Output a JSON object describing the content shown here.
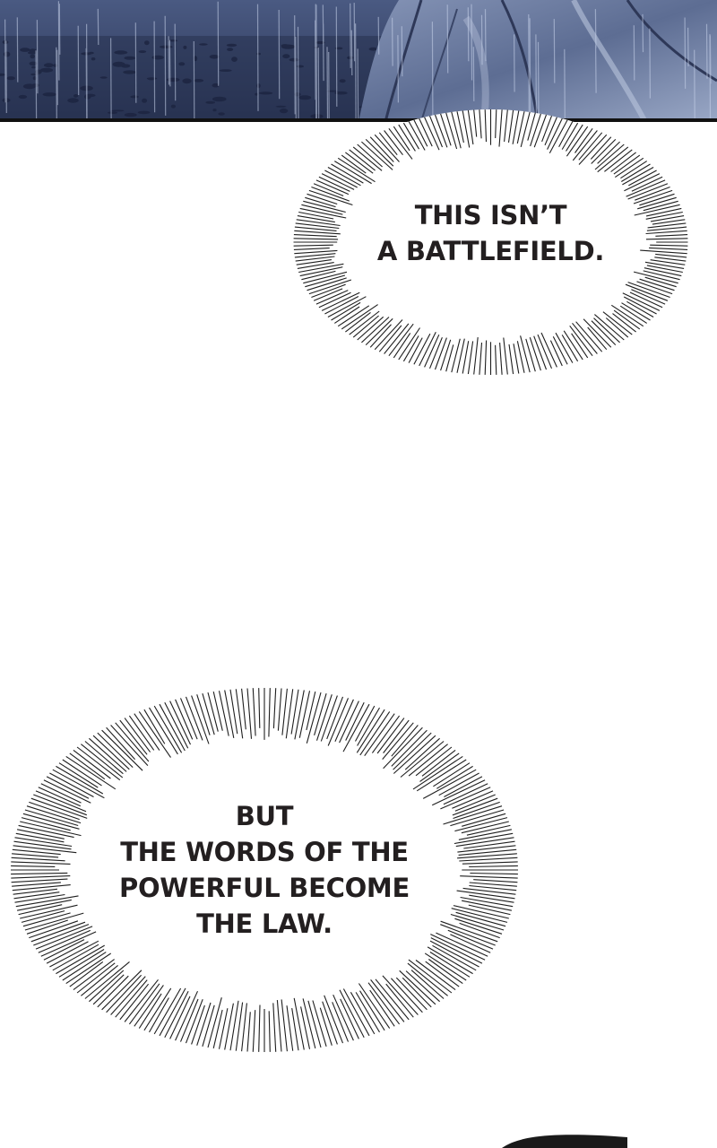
{
  "panels": [
    {
      "name": "rain-scene",
      "colors": {
        "sky": "#3e4d73",
        "ground": "#2b3656",
        "rain": "#c7d2ea",
        "figure": "#6f7fa3",
        "border": "#111111"
      }
    }
  ],
  "bubbles": [
    {
      "name": "speech-bubble-battlefield",
      "lines": [
        "THIS ISN’T",
        "A BATTLEFIELD."
      ]
    },
    {
      "name": "speech-bubble-law",
      "lines": [
        "BUT",
        "THE WORDS OF THE",
        "POWERFUL BECOME",
        "THE LAW."
      ]
    }
  ]
}
